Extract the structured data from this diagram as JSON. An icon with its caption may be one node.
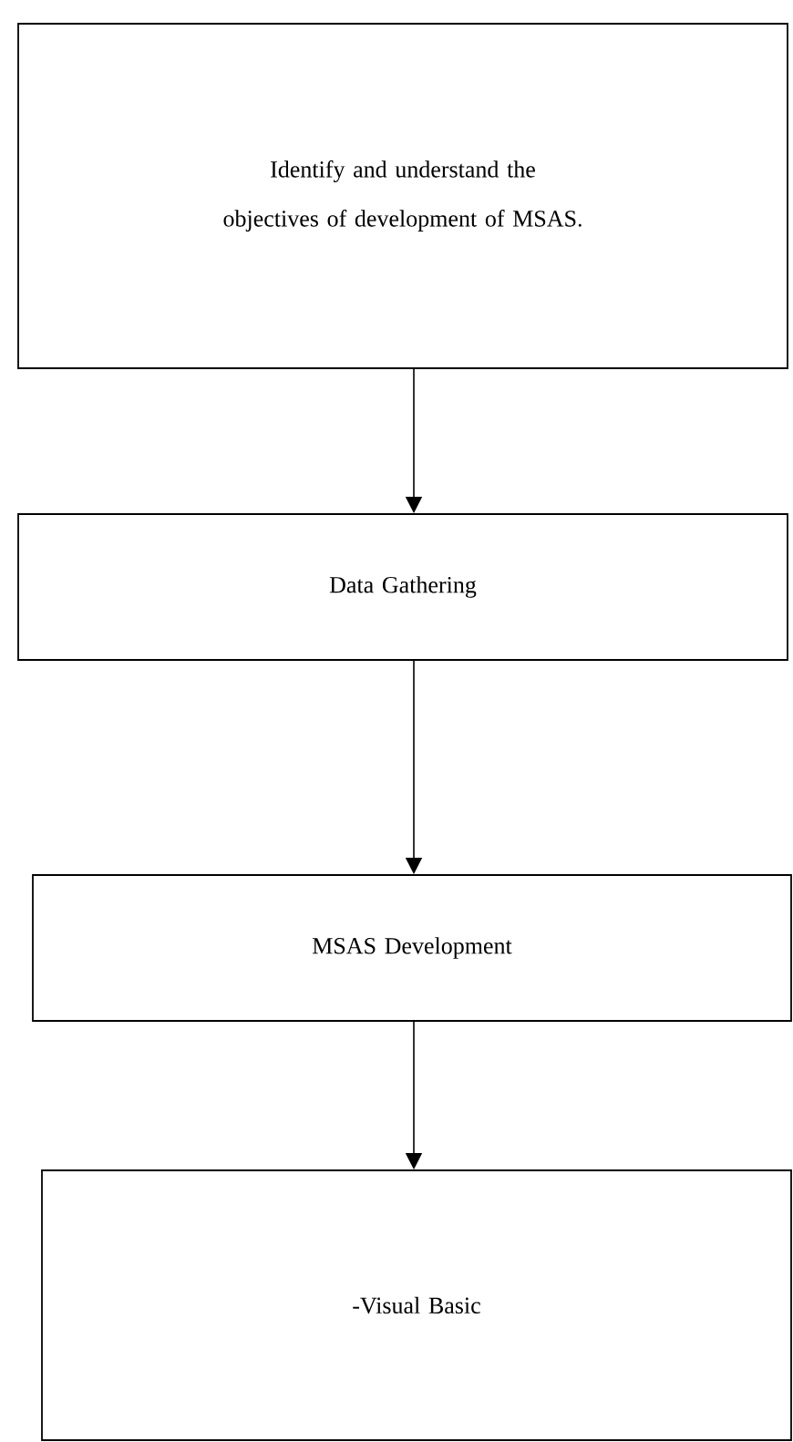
{
  "diagram": {
    "nodes": [
      {
        "text": [
          "Identify and understand the objectives of development of MSAS."
        ]
      },
      {
        "text": [
          "Data Gathering"
        ]
      },
      {
        "text": [
          "MSAS Development"
        ]
      },
      {
        "text": [
          "-Visual Basic"
        ]
      }
    ],
    "edges": [
      {
        "from": 0,
        "to": 1,
        "arrow": "to"
      },
      {
        "from": 1,
        "to": 2,
        "arrow": "to"
      },
      {
        "from": 2,
        "to": 3,
        "arrow": "to"
      }
    ]
  }
}
